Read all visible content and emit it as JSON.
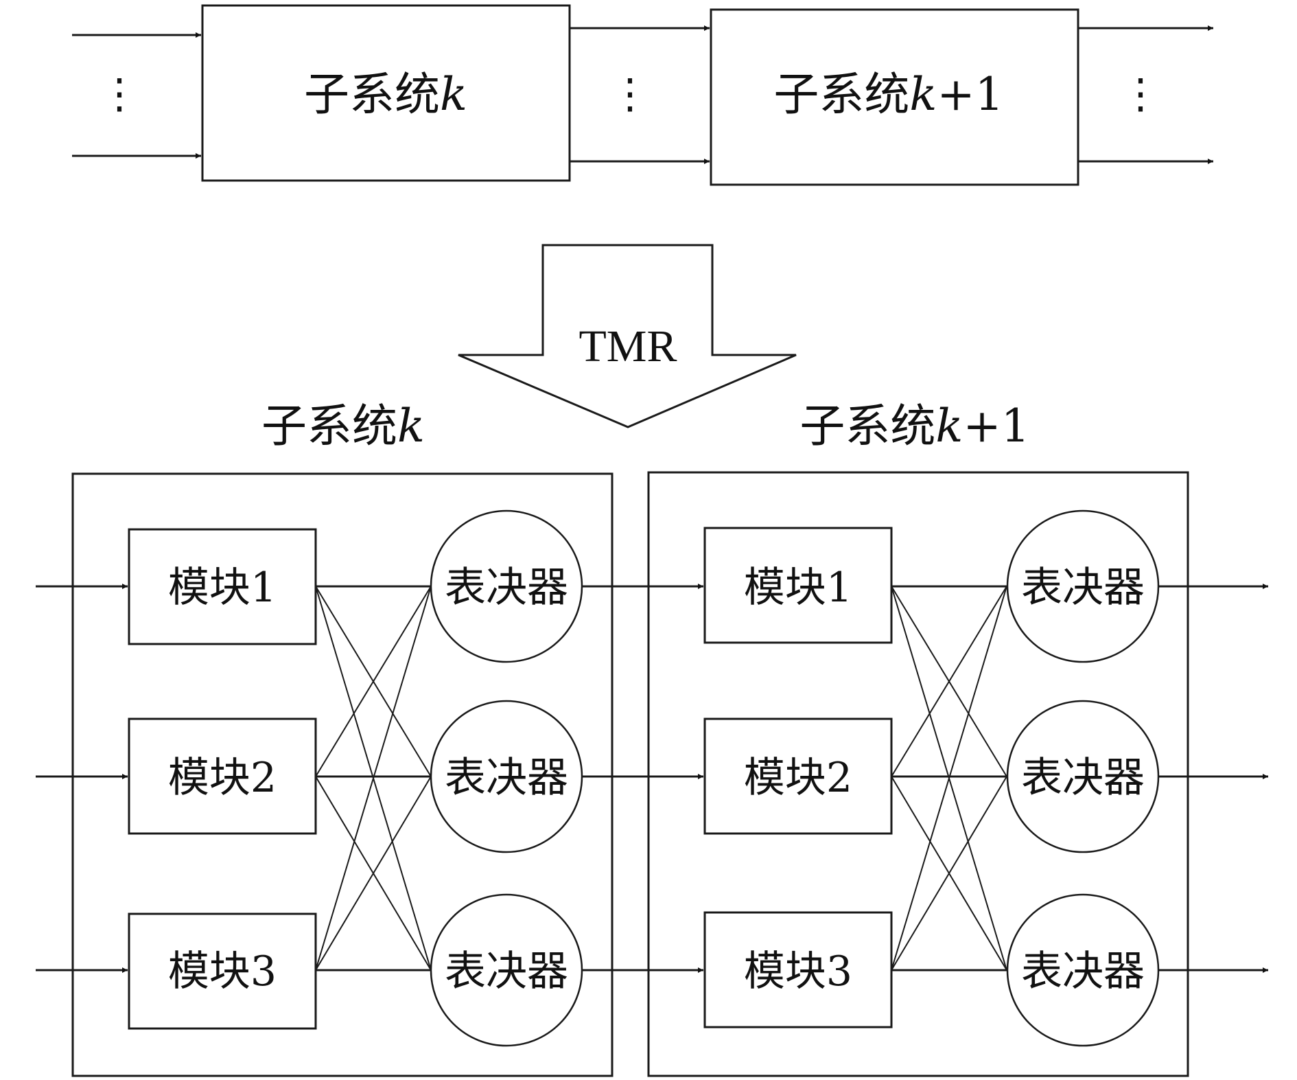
{
  "top_row": {
    "subsystem_k": {
      "prefix": "子系统",
      "var": "k",
      "suffix": ""
    },
    "subsystem_k1": {
      "prefix": "子系统",
      "var": "k",
      "suffix": "+1"
    },
    "ellipsis": "⋮"
  },
  "transform_arrow": {
    "label": "TMR"
  },
  "bottom_row": {
    "subsystem_k": {
      "title": {
        "prefix": "子系统",
        "var": "k",
        "suffix": ""
      },
      "modules": [
        "模块1",
        "模块2",
        "模块3"
      ],
      "voters": [
        "表决器",
        "表决器",
        "表决器"
      ]
    },
    "subsystem_k1": {
      "title": {
        "prefix": "子系统",
        "var": "k",
        "suffix": "+1"
      },
      "modules": [
        "模块1",
        "模块2",
        "模块3"
      ],
      "voters": [
        "表决器",
        "表决器",
        "表决器"
      ]
    }
  }
}
